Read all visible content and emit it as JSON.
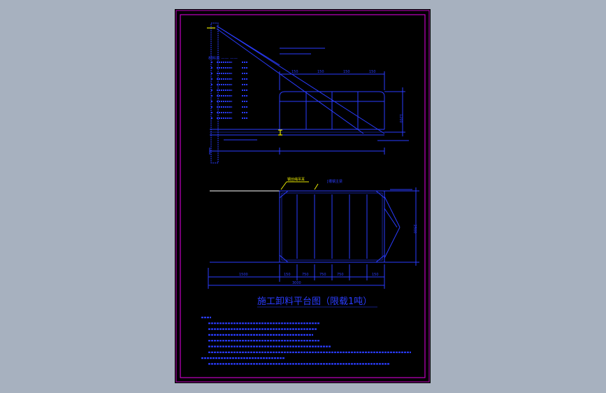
{
  "drawing": {
    "title": "施工卸料平台图（限载1吨）",
    "colors": {
      "background": "#a7b1bf",
      "sheet": "#000000",
      "frame": "#c000c0",
      "lines": "#2a3cff",
      "highlight": "#e8e800",
      "white": "#ffffff"
    },
    "dims_top": [
      "150",
      "150",
      "150",
      "150"
    ],
    "dims_bottom": [
      "1500",
      "150",
      "750",
      "750",
      "750",
      "150"
    ],
    "dim_bottom_total": "3000",
    "dim_side_elev": "1200",
    "dim_side_plan": "2500",
    "plan_callout_1": "钢丝绳吊耳",
    "plan_callout_2": "[槽钢主梁"
  }
}
